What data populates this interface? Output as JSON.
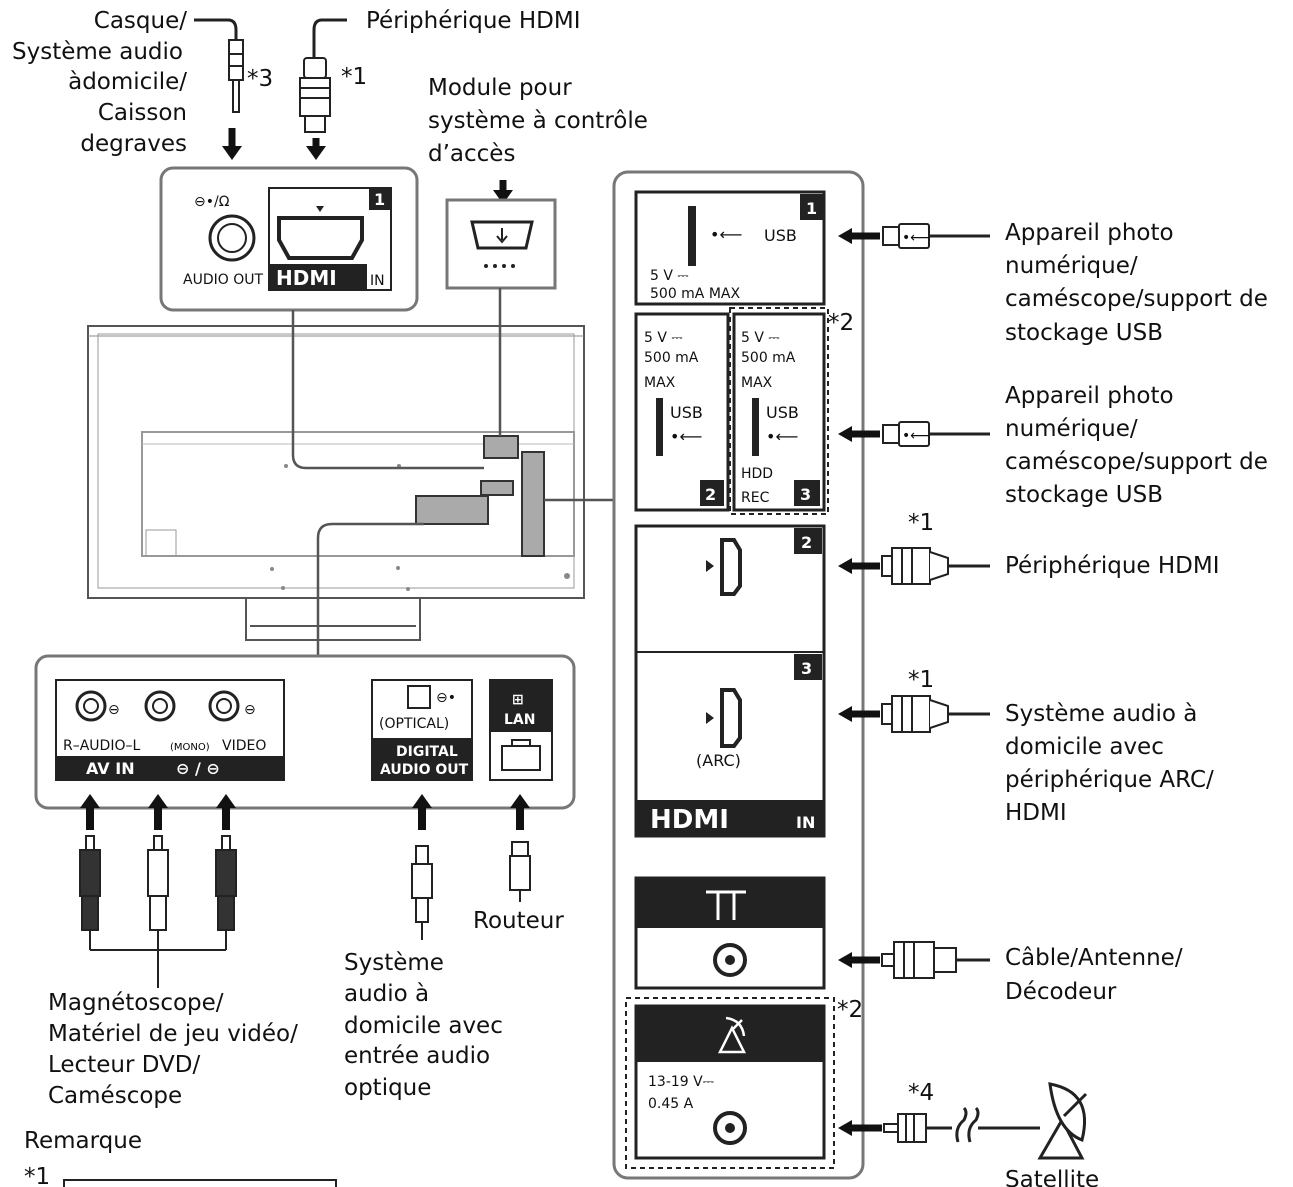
{
  "labels": {
    "headphone": [
      "Casque/",
      "Système audio",
      "àdomicile/",
      "Caisson",
      "degraves"
    ],
    "hdmi_top": "Périphérique HDMI",
    "cam_module": [
      "Module pour",
      "système à contrôle",
      "d’accès"
    ],
    "usb1": [
      "Appareil photo",
      "numérique/",
      "caméscope/support de",
      "stockage USB"
    ],
    "usb2": [
      "Appareil photo",
      "numérique/",
      "caméscope/support de",
      "stockage USB"
    ],
    "hdmi2": "Périphérique HDMI",
    "hdmi3": [
      "Système audio à",
      "domicile avec",
      "périphérique ARC/",
      "HDMI"
    ],
    "antenna": [
      "Câble/Antenne/",
      "Décodeur"
    ],
    "satellite": "Satellite",
    "av_devices": [
      "Magnétoscope/",
      "Matériel de jeu vidéo/",
      "Lecteur DVD/",
      "Caméscope"
    ],
    "optical_device": [
      "Système",
      "audio à",
      "domicile avec",
      "entrée audio",
      "optique"
    ],
    "router": "Routeur",
    "remarque": "Remarque"
  },
  "marks": {
    "m1": "*1",
    "m2": "*2",
    "m3": "*3",
    "m4": "*4"
  },
  "ports": {
    "audio_out_label": "AUDIO OUT",
    "audio_out_icon": "⊖•/Ω",
    "hdmi_logo": "HDMI",
    "hdmi_in_suffix": "IN",
    "hdmi1_num": "1",
    "usb1_num": "1",
    "usb_label": "USB",
    "usb_power": "5 V ⎓",
    "usb1_current": "500 mA MAX",
    "usb_current_a": "500 mA",
    "usb_max": "MAX",
    "usb2_num": "2",
    "usb3_num": "3",
    "hdd": "HDD",
    "rec": "REC",
    "hdmi2_num": "2",
    "hdmi3_num": "3",
    "arc": "(ARC)",
    "sat_voltage": "13-19 V⎓",
    "sat_current": "0.45 A",
    "av_audio_label": "R–AUDIO–L",
    "av_mono": "(MONO)",
    "av_video_label": "VIDEO",
    "av_in": "AV IN",
    "av_in_icons": "⊖ / ⊖",
    "optical": "(OPTICAL)",
    "digital_audio_out": [
      "DIGITAL",
      "AUDIO OUT"
    ],
    "lan": "LAN"
  }
}
